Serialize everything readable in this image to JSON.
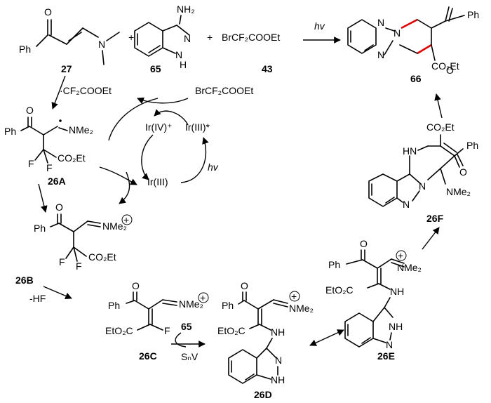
{
  "reaction": {
    "reagents": {
      "enaminone_label": "27",
      "aminoindazole_label": "65",
      "bromide": "BrCF₂COOEt",
      "bromide_label": "43",
      "plus": "+",
      "condition": "hv",
      "product_label": "66"
    },
    "atoms": {
      "Ph": "Ph",
      "O": "O",
      "N": "N",
      "NH2": "NH₂",
      "H": "H",
      "NH": "NH",
      "HN": "HN",
      "F": "F",
      "NMe2": "NMe₂",
      "CO2Et": "CO₂Et",
      "EtO2C": "EtO₂C",
      "plus_charge": "+"
    },
    "cycle": {
      "radical": "·CF₂COOEt",
      "reagent": "BrCF₂COOEt",
      "ir4": "Ir(IV)⁺",
      "ir3star": "Ir(III)*",
      "ir3": "Ir(III)",
      "hv": "hv"
    },
    "intermediates": {
      "a": "26A",
      "b": "26B",
      "c": "26C",
      "d": "26D",
      "e": "26E",
      "f": "26F"
    },
    "steps": {
      "hf_loss": "-HF",
      "reagent_65": "65",
      "snv": "SₙV"
    }
  }
}
